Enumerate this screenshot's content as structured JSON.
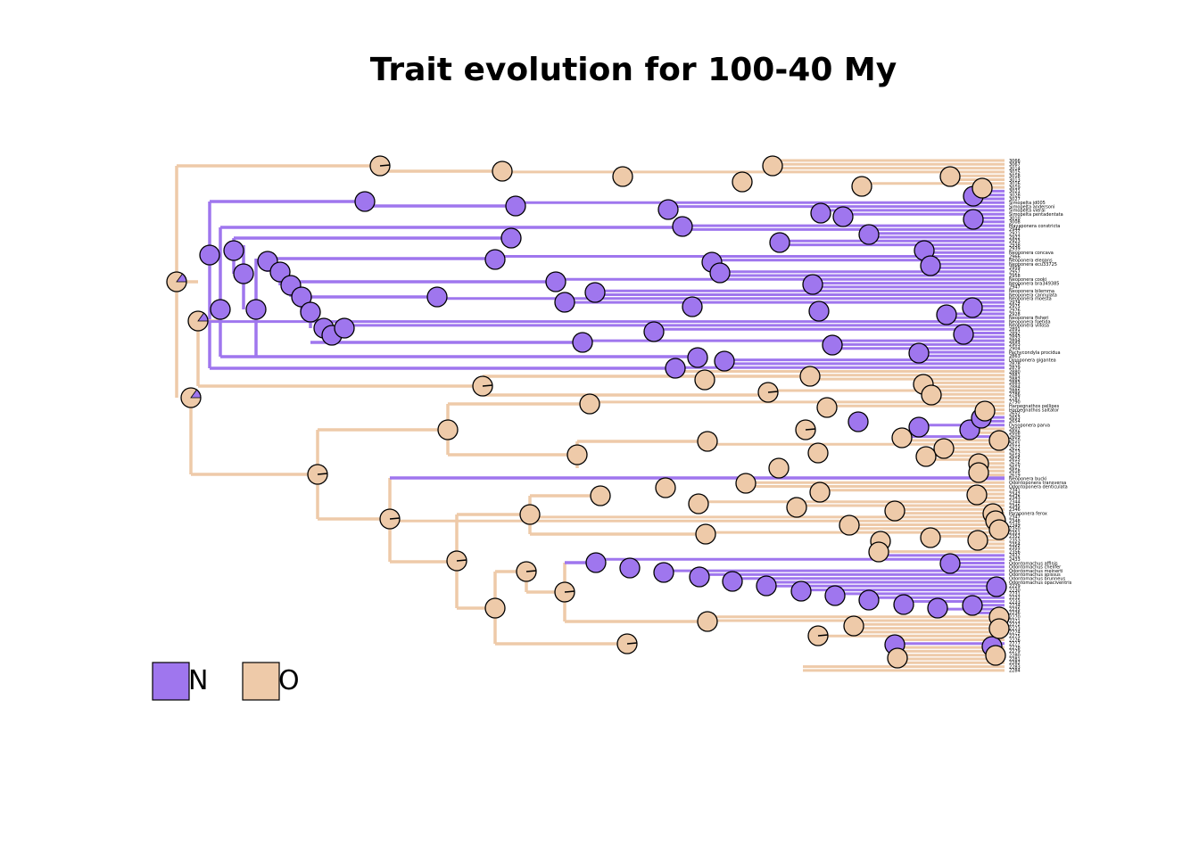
{
  "chart_data": {
    "type": "phylogenetic-tree",
    "title": "Trait evolution for 100-40 My",
    "states": {
      "N": "#9F76EE",
      "O": "#EECAA9"
    },
    "legend": {
      "placement": "bottom-left",
      "entries": [
        {
          "state": "N",
          "label": "N"
        },
        {
          "state": "O",
          "label": "O"
        }
      ]
    },
    "tips": [
      [
        "3066",
        "O"
      ],
      [
        "3067",
        "O"
      ],
      [
        "3014",
        "O"
      ],
      [
        "3015",
        "O"
      ],
      [
        "3018",
        "O"
      ],
      [
        "3013",
        "O"
      ],
      [
        "3016",
        "O"
      ],
      [
        "3019",
        "O"
      ],
      [
        "3021",
        "N"
      ],
      [
        "3028",
        "N"
      ],
      [
        "3027",
        "N"
      ],
      [
        "Simopelta jd005",
        "N"
      ],
      [
        "Simopelta andersoni",
        "N"
      ],
      [
        "Simopelta vierai",
        "N"
      ],
      [
        "Simopelta pentadentata",
        "N"
      ],
      [
        "3010",
        "N"
      ],
      [
        "3008",
        "N"
      ],
      [
        "Mayaponera constricta",
        "N"
      ],
      [
        "2944",
        "N"
      ],
      [
        "2921",
        "N"
      ],
      [
        "2922",
        "N"
      ],
      [
        "2923",
        "N"
      ],
      [
        "2938",
        "N"
      ],
      [
        "2939",
        "N"
      ],
      [
        "Neoponera concava",
        "N"
      ],
      [
        "2966",
        "N"
      ],
      [
        "Neoponera elegans",
        "N"
      ],
      [
        "Neoponera ecu33725",
        "N"
      ],
      [
        "2959",
        "N"
      ],
      [
        "2957",
        "N"
      ],
      [
        "2958",
        "N"
      ],
      [
        "Neoponera cooki",
        "N"
      ],
      [
        "Neoponera bra349385",
        "N"
      ],
      [
        "2947",
        "N"
      ],
      [
        "Neoponera bilemma",
        "N"
      ],
      [
        "Neoponera cannulata",
        "N"
      ],
      [
        "Neoponera moesta",
        "N"
      ],
      [
        "2974",
        "N"
      ],
      [
        "2975",
        "N"
      ],
      [
        "2976",
        "N"
      ],
      [
        "2928",
        "N"
      ],
      [
        "Neoponera fisheri",
        "N"
      ],
      [
        "Neoponera foetida",
        "N"
      ],
      [
        "Neoponera villosa",
        "N"
      ],
      [
        "2891",
        "N"
      ],
      [
        "2892",
        "N"
      ],
      [
        "2893",
        "N"
      ],
      [
        "2894",
        "N"
      ],
      [
        "2903",
        "N"
      ],
      [
        "2904",
        "N"
      ],
      [
        "Pachycondyla procidua",
        "N"
      ],
      [
        "2863",
        "N"
      ],
      [
        "Dinoponera gigantea",
        "N"
      ],
      [
        "2878",
        "N"
      ],
      [
        "2879",
        "N"
      ],
      [
        "2880",
        "O"
      ],
      [
        "2881",
        "O"
      ],
      [
        "2882",
        "O"
      ],
      [
        "2883",
        "O"
      ],
      [
        "2884",
        "O"
      ],
      [
        "2885",
        "O"
      ],
      [
        "2786",
        "O"
      ],
      [
        "2787",
        "O"
      ],
      [
        "2790",
        "O"
      ],
      [
        "Harpegnathos pellipes",
        "O"
      ],
      [
        "Harpegnathos saltator",
        "O"
      ],
      [
        "2652",
        "O"
      ],
      [
        "2653",
        "N"
      ],
      [
        "2654",
        "N"
      ],
      [
        "Dysoponera parva",
        "N"
      ],
      [
        "2607",
        "O"
      ],
      [
        "2608",
        "O"
      ],
      [
        "2609",
        "N"
      ],
      [
        "2610",
        "O"
      ],
      [
        "2611",
        "O"
      ],
      [
        "2612",
        "O"
      ],
      [
        "2613",
        "O"
      ],
      [
        "2614",
        "O"
      ],
      [
        "2615",
        "O"
      ],
      [
        "2616",
        "O"
      ],
      [
        "2617",
        "O"
      ],
      [
        "2618",
        "O"
      ],
      [
        "2619",
        "O"
      ],
      [
        "Neoponera bucki",
        "N"
      ],
      [
        "Odontoponera transversa",
        "O"
      ],
      [
        "Odontoponera denticulata",
        "O"
      ],
      [
        "2341",
        "O"
      ],
      [
        "2342",
        "O"
      ],
      [
        "2343",
        "O"
      ],
      [
        "2344",
        "O"
      ],
      [
        "2345",
        "O"
      ],
      [
        "2346",
        "O"
      ],
      [
        "Paraponera ferox",
        "O"
      ],
      [
        "2347",
        "O"
      ],
      [
        "2348",
        "O"
      ],
      [
        "2349",
        "O"
      ],
      [
        "2350",
        "O"
      ],
      [
        "2351",
        "O"
      ],
      [
        "2352",
        "O"
      ],
      [
        "2353",
        "O"
      ],
      [
        "2354",
        "O"
      ],
      [
        "2355",
        "O"
      ],
      [
        "2356",
        "O"
      ],
      [
        "2432",
        "N"
      ],
      [
        "2433",
        "N"
      ],
      [
        "Odontomachus affinis",
        "N"
      ],
      [
        "Odontomachus chelifer",
        "N"
      ],
      [
        "Odontomachus meinerti",
        "N"
      ],
      [
        "Odontomachus spissus",
        "N"
      ],
      [
        "Odontomachus brunneus",
        "N"
      ],
      [
        "Odontomachus opaciventris",
        "N"
      ],
      [
        "2229",
        "N"
      ],
      [
        "2230",
        "N"
      ],
      [
        "2231",
        "N"
      ],
      [
        "2232",
        "N"
      ],
      [
        "2233",
        "N"
      ],
      [
        "2234",
        "N"
      ],
      [
        "2235",
        "N"
      ],
      [
        "2236",
        "N"
      ],
      [
        "2270",
        "O"
      ],
      [
        "2271",
        "O"
      ],
      [
        "2272",
        "O"
      ],
      [
        "2273",
        "O"
      ],
      [
        "2274",
        "O"
      ],
      [
        "2275",
        "O"
      ],
      [
        "2276",
        "O"
      ],
      [
        "2277",
        "N"
      ],
      [
        "2278",
        "O"
      ],
      [
        "2279",
        "O"
      ],
      [
        "2280",
        "O"
      ],
      [
        "2281",
        "O"
      ],
      [
        "2282",
        "O"
      ],
      [
        "2283",
        "O"
      ],
      [
        "2284",
        "O"
      ]
    ],
    "node_prob_N": [
      0.15,
      0.15,
      0.15,
      0.02,
      0.02,
      0.02,
      0.02,
      0.02,
      0.02,
      0.02,
      0.02,
      0.02,
      0.02,
      0.02
    ]
  }
}
